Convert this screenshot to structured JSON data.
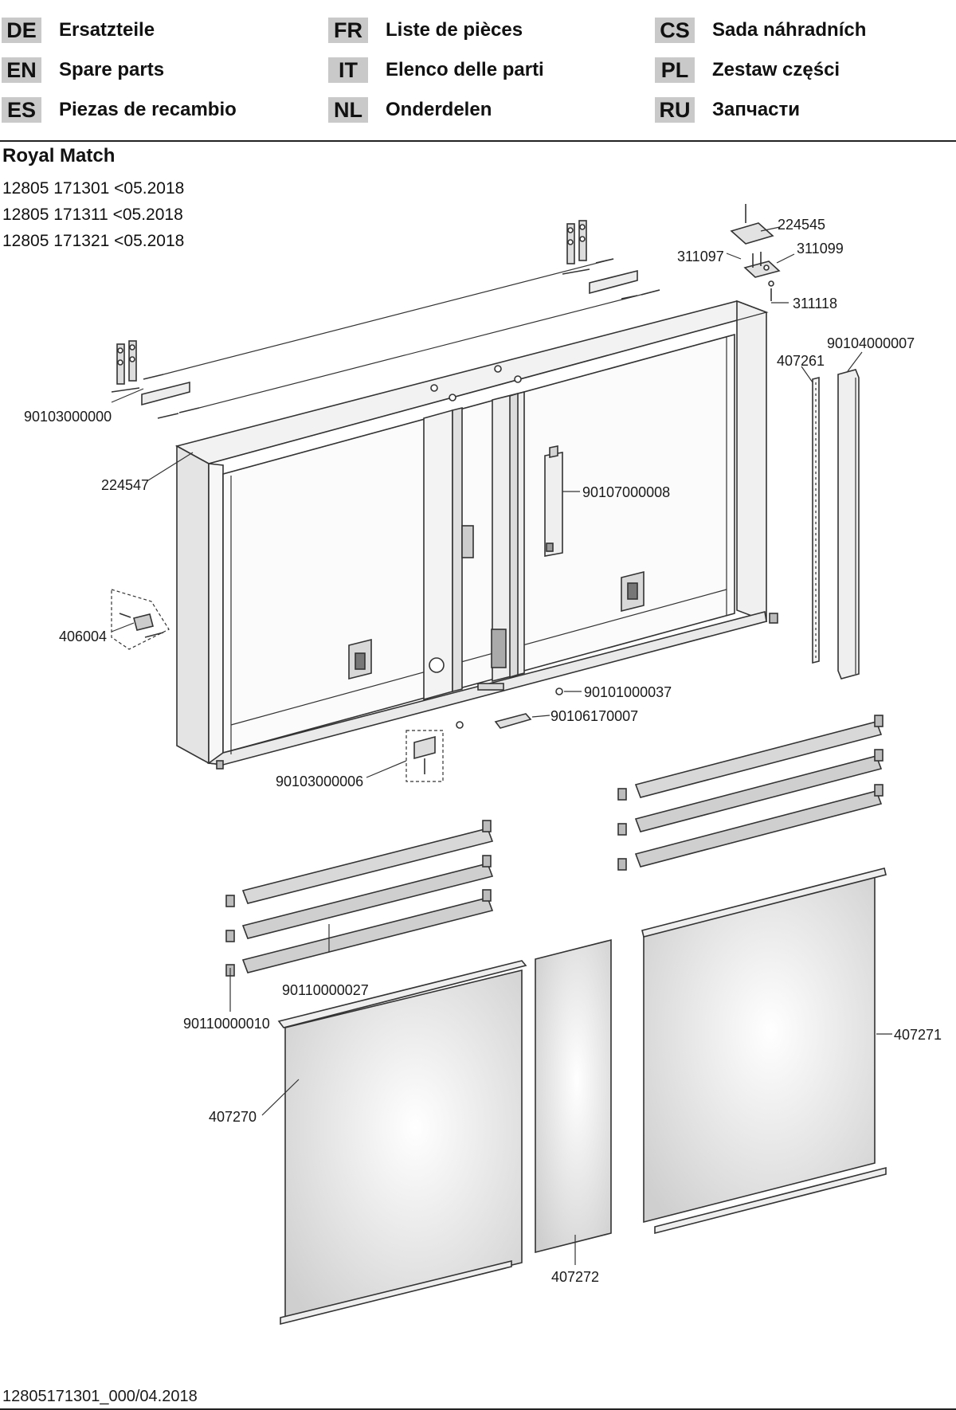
{
  "languages": [
    {
      "code": "DE",
      "text": "Ersatzteile"
    },
    {
      "code": "EN",
      "text": "Spare parts"
    },
    {
      "code": "ES",
      "text": "Piezas de recambio"
    },
    {
      "code": "FR",
      "text": "Liste de pièces"
    },
    {
      "code": "IT",
      "text": "Elenco delle parti"
    },
    {
      "code": "NL",
      "text": "Onderdelen"
    },
    {
      "code": "CS",
      "text": "Sada náhradních"
    },
    {
      "code": "PL",
      "text": "Zestaw części"
    },
    {
      "code": "RU",
      "text": "Запчасти"
    }
  ],
  "product": {
    "name": "Royal Match",
    "articles": [
      "12805 171301 <05.2018",
      "12805 171311 <05.2018",
      "12805 171321 <05.2018"
    ]
  },
  "parts": {
    "p224545": "224545",
    "p311097": "311097",
    "p311099": "311099",
    "p311118": "311118",
    "p90104000007": "90104000007",
    "p407261": "407261",
    "p90103000000": "90103000000",
    "p224547": "224547",
    "p90107000008": "90107000008",
    "p406004": "406004",
    "p90101000037": "90101000037",
    "p90106170007": "90106170007",
    "p90103000006": "90103000006",
    "p90110000027": "90110000027",
    "p90110000010": "90110000010",
    "p407270": "407270",
    "p407271": "407271",
    "p407272": "407272"
  },
  "footer": {
    "doc_number": "12805171301_000/04.2018"
  },
  "colors": {
    "label_box": "#c9c9c9",
    "line": "#222222",
    "panel": "#e2e2e2",
    "shelf": "#d0d0d0"
  }
}
